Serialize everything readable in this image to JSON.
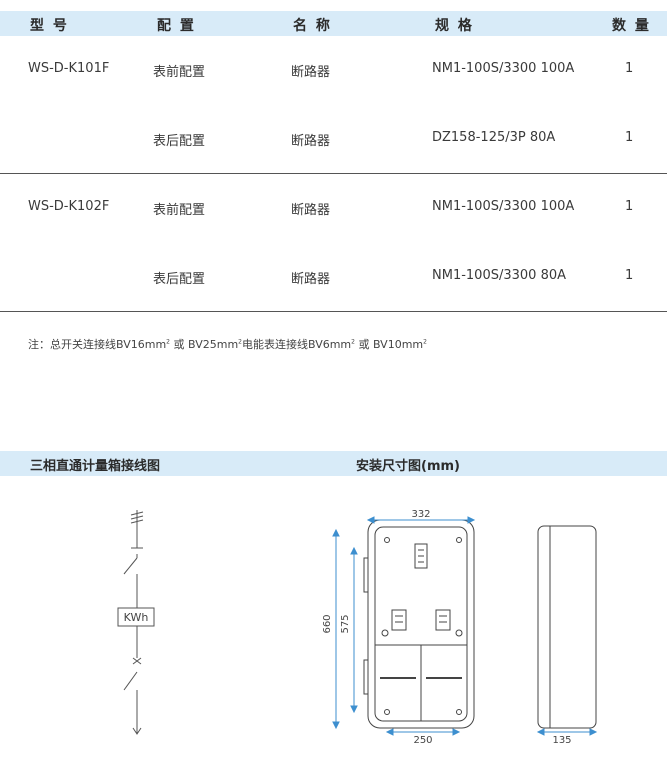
{
  "table": {
    "headers": [
      "型 号",
      "配 置",
      "名 称",
      "规 格",
      "数 量"
    ],
    "groups": [
      {
        "model": "WS-D-K101F",
        "rows": [
          {
            "config": "表前配置",
            "name": "断路器",
            "spec": "NM1-100S/3300 100A",
            "qty": "1"
          },
          {
            "config": "表后配置",
            "name": "断路器",
            "spec": "DZ158-125/3P 80A",
            "qty": "1"
          }
        ]
      },
      {
        "model": "WS-D-K102F",
        "rows": [
          {
            "config": "表前配置",
            "name": "断路器",
            "spec": "NM1-100S/3300 100A",
            "qty": "1"
          },
          {
            "config": "表后配置",
            "name": "断路器",
            "spec": "NM1-100S/3300 80A",
            "qty": "1"
          }
        ]
      }
    ]
  },
  "note": {
    "prefix": "注：总开关连接线BV16mm",
    "part2": " 或 BV25mm",
    "part3": "电能表连接线BV6mm",
    "part4": " 或 BV10mm",
    "superscript": "2"
  },
  "section": {
    "left_title": "三相直通计量箱接线图",
    "right_title": "安装尺寸图(mm)"
  },
  "wiring": {
    "meter_label": "KWh"
  },
  "dimensions": {
    "width_top": "332",
    "height_outer": "660",
    "height_inner": "575",
    "width_bottom": "250",
    "depth": "135"
  }
}
